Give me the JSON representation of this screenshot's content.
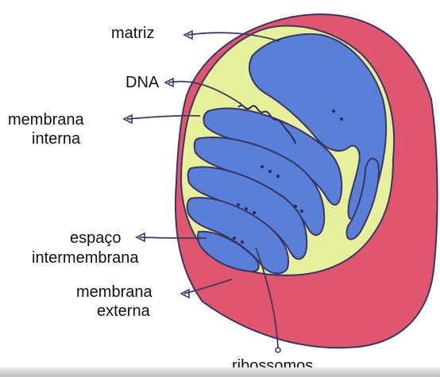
{
  "labels": {
    "matriz": "matriz",
    "dna": "DNA",
    "membrana_interna_1": "membrana",
    "membrana_interna_2": "interna",
    "espaco_1": "espaço",
    "espaco_2": "intermembrana",
    "membrana_externa_1": "membrana",
    "membrana_externa_2": "externa",
    "ribossomos": "ribossomos"
  },
  "colors": {
    "outer_membrane": "#e0566e",
    "intermembrane_space": "#e6ef9a",
    "matrix": "#5a7fd8",
    "outline": "#3b3566",
    "pointer": "#3d3a63"
  }
}
